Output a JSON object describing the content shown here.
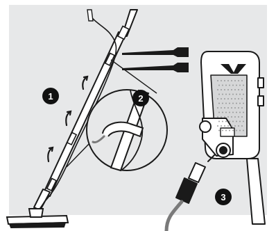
{
  "steps": [
    {
      "number": "1",
      "label": "1"
    },
    {
      "number": "2",
      "label": "2"
    },
    {
      "number": "3",
      "label": "3"
    }
  ],
  "icons": {
    "logo": "minelab-v-logo",
    "arrow": "curved-arrow-icon",
    "strap": "velcro-strap-icon"
  },
  "colors": {
    "background_panel": "#e7e8e9",
    "outline": "#1a1a1a",
    "badge": "#111111",
    "badge_text": "#ffffff",
    "cable_grey": "#7a7a7a",
    "control_box": "#ffffff"
  }
}
